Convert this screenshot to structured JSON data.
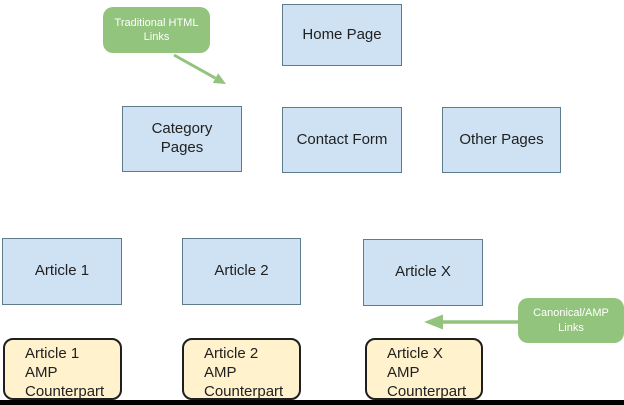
{
  "colors": {
    "page_node_fill": "#cfe2f3",
    "page_node_border": "#5f7c8c",
    "amp_node_fill": "#fff2cc",
    "amp_node_border": "#1f1f1f",
    "callout_fill": "#93c47d",
    "callout_text": "#ffffff",
    "node_text": "#212121",
    "bottom_bar": "#000000"
  },
  "nodes": {
    "home": {
      "label": "Home Page"
    },
    "category": {
      "label": "Category\nPages"
    },
    "contact": {
      "label": "Contact Form"
    },
    "other": {
      "label": "Other Pages"
    },
    "article1": {
      "label": "Article 1"
    },
    "article2": {
      "label": "Article 2"
    },
    "articlex": {
      "label": "Article X"
    },
    "amp1": {
      "label": "Article 1\nAMP\nCounterpart"
    },
    "amp2": {
      "label": "Article 2\nAMP\nCounterpart"
    },
    "ampx": {
      "label": "Article X\nAMP\nCounterpart"
    }
  },
  "callouts": {
    "traditional_html_links": {
      "label": "Traditional HTML\nLinks"
    },
    "canonical_amp_links": {
      "label": "Canonical/AMP\nLinks"
    }
  }
}
